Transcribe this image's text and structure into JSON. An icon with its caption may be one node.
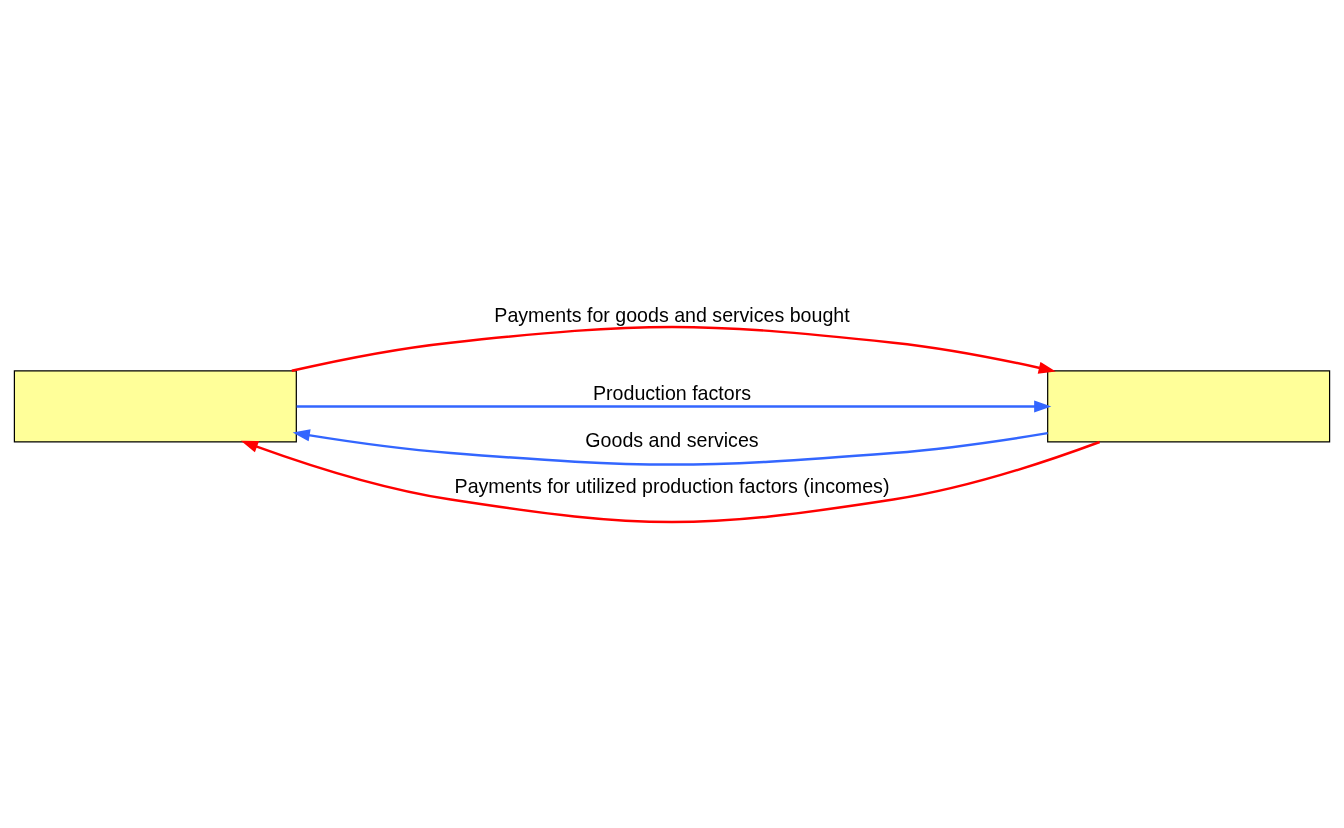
{
  "diagram": {
    "nodes": [
      {
        "text": [],
        "shape": "box"
      },
      {
        "text": [],
        "shape": "box"
      }
    ],
    "edges": [
      {
        "from": 0,
        "to": 1,
        "arrow": "to",
        "label": "Payments for goods and services bought",
        "color": "#ff0000"
      },
      {
        "from": 1,
        "to": 0,
        "arrow": "to",
        "label": "Goods and services",
        "color": "#3366ff"
      },
      {
        "from": 0,
        "to": 1,
        "arrow": "to",
        "label": "Production factors",
        "color": "#3366ff"
      },
      {
        "from": 1,
        "to": 0,
        "arrow": "to",
        "label": "Payments for utilized production factors (incomes)",
        "color": "#ff0000"
      }
    ]
  }
}
